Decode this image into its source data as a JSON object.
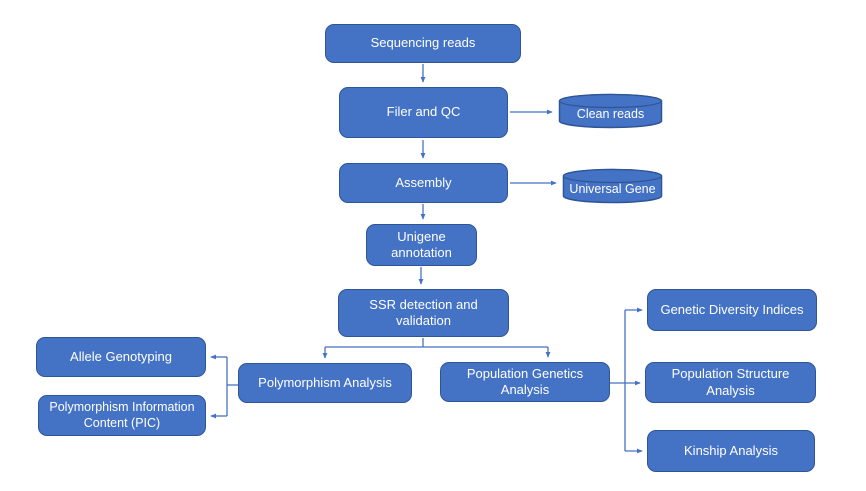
{
  "diagram": {
    "type": "flowchart",
    "background": "#FFFFFF",
    "colors": {
      "node_fill": "#4472C4",
      "node_border": "#2E5596",
      "node_text": "#FFFFFF",
      "connector": "#4472C4"
    },
    "nodes": {
      "sequencing_reads": {
        "label": "Sequencing reads",
        "shape": "rounded-rectangle"
      },
      "filter_qc": {
        "label": "Filer and QC",
        "shape": "rounded-rectangle"
      },
      "clean_reads": {
        "label": "Clean reads",
        "shape": "cylinder"
      },
      "assembly": {
        "label": "Assembly",
        "shape": "rounded-rectangle"
      },
      "universal_gene": {
        "label": "Universal Gene",
        "shape": "cylinder"
      },
      "unigene_annotation": {
        "label": "Unigene annotation",
        "shape": "rounded-rectangle"
      },
      "ssr_detection": {
        "label": "SSR detection and validation",
        "shape": "rounded-rectangle"
      },
      "polymorphism_analysis": {
        "label": "Polymorphism Analysis",
        "shape": "rounded-rectangle"
      },
      "population_genetics": {
        "label": "Population Genetics Analysis",
        "shape": "rounded-rectangle"
      },
      "allele_genotyping": {
        "label": "Allele Genotyping",
        "shape": "rounded-rectangle"
      },
      "pic": {
        "label": "Polymorphism Information Content (PIC)",
        "shape": "rounded-rectangle"
      },
      "genetic_diversity": {
        "label": "Genetic Diversity Indices",
        "shape": "rounded-rectangle"
      },
      "population_structure": {
        "label": "Population Structure Analysis",
        "shape": "rounded-rectangle"
      },
      "kinship": {
        "label": "Kinship Analysis",
        "shape": "rounded-rectangle"
      }
    },
    "edges": [
      {
        "from": "sequencing_reads",
        "to": "filter_qc"
      },
      {
        "from": "filter_qc",
        "to": "clean_reads"
      },
      {
        "from": "filter_qc",
        "to": "assembly"
      },
      {
        "from": "assembly",
        "to": "universal_gene"
      },
      {
        "from": "assembly",
        "to": "unigene_annotation"
      },
      {
        "from": "unigene_annotation",
        "to": "ssr_detection"
      },
      {
        "from": "ssr_detection",
        "to": "polymorphism_analysis"
      },
      {
        "from": "ssr_detection",
        "to": "population_genetics"
      },
      {
        "from": "polymorphism_analysis",
        "to": "allele_genotyping"
      },
      {
        "from": "polymorphism_analysis",
        "to": "pic"
      },
      {
        "from": "population_genetics",
        "to": "genetic_diversity"
      },
      {
        "from": "population_genetics",
        "to": "population_structure"
      },
      {
        "from": "population_genetics",
        "to": "kinship"
      }
    ]
  }
}
